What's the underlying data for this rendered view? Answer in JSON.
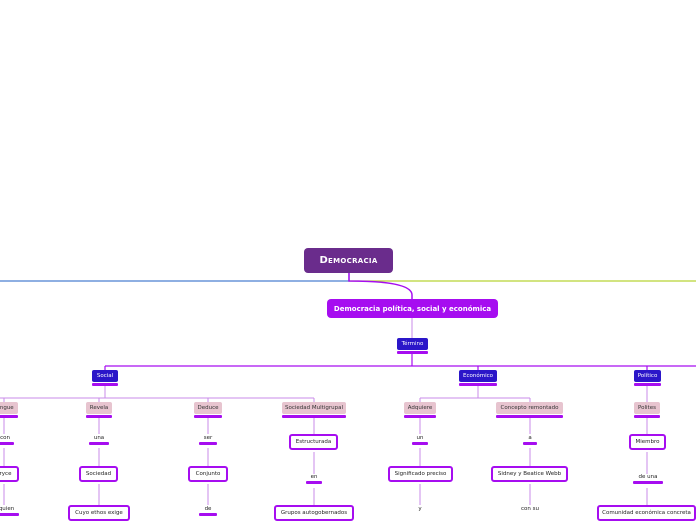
{
  "root": "Democracia",
  "main": "Democracia política, social y económica",
  "termino": "Término",
  "categories": {
    "social": "Social",
    "economico": "Económico",
    "politico": "Político"
  },
  "social": {
    "c1": {
      "verb": "ingue",
      "link": "con",
      "box": "ryce",
      "tail": "quien"
    },
    "c2": {
      "verb": "Revela",
      "link": "una",
      "box": "Sociedad",
      "tail": "Cuyo ethos exige"
    },
    "c3": {
      "verb": "Deduce",
      "link": "ser",
      "box": "Conjunto",
      "tail": "de"
    },
    "c4": {
      "verb": "Sociedad Multigrupal",
      "box": "Estructurada",
      "link": "en",
      "tail": "Grupos autogobernados"
    }
  },
  "economico": {
    "c1": {
      "verb": "Adquiere",
      "link": "un",
      "box": "Significado preciso",
      "tail": "y"
    },
    "c2": {
      "verb": "Concepto remontado",
      "link": "a",
      "box": "Sidney y Beatice Webb",
      "tail": "con su"
    }
  },
  "politico": {
    "c1": {
      "verb": "Polites",
      "box": "Miembro",
      "link": "de una",
      "tail": "Comunidad económica concreta"
    }
  }
}
